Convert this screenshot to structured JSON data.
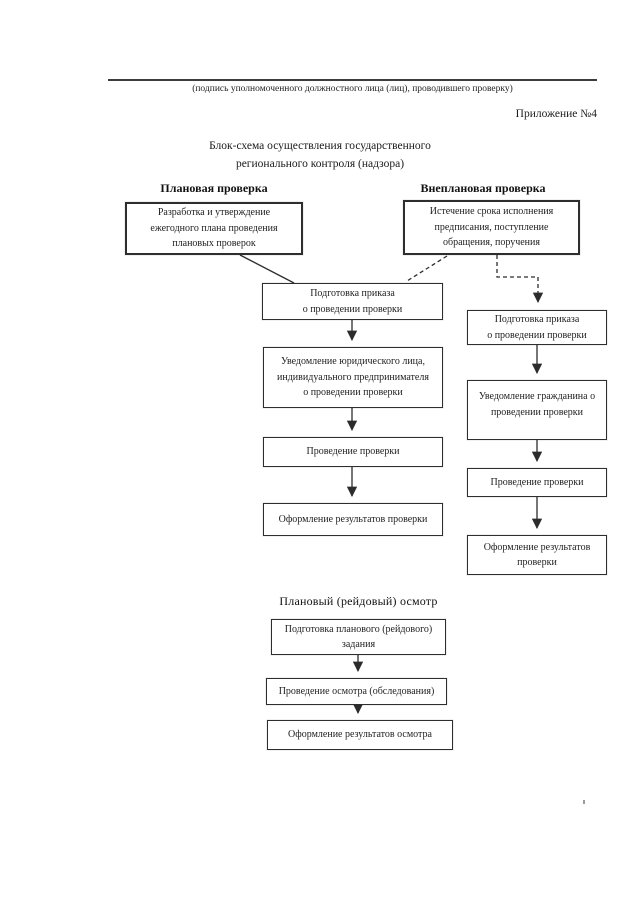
{
  "document": {
    "signature_caption": "(подпись уполномоченного должностного лица (лиц), проводившего проверку)",
    "annex_label": "Приложение №4",
    "title": [
      "Блок-схема осуществления государственного",
      "регионального контроля (надзора)"
    ]
  },
  "flowchart": {
    "planned_inspection": {
      "header": "Плановая проверка",
      "boxes": [
        [
          "Разработка и утверждение",
          "ежегодного плана проведения",
          "плановых проверок"
        ],
        [
          "Подготовка приказа",
          "о проведении проверки"
        ],
        [
          "Уведомление юридического лица,",
          "индивидуального предпринимателя",
          "о проведении проверки"
        ],
        "Проведение проверки",
        "Оформление результатов проверки"
      ]
    },
    "unplanned_inspection": {
      "header": "Внеплановая проверка",
      "boxes": [
        [
          "Истечение срока исполнения",
          "предписания, поступление",
          "обращения, поручения"
        ],
        [
          "Подготовка приказа",
          "о проведении проверки"
        ],
        [
          "Уведомление гражданина о",
          "проведении проверки"
        ],
        "Проведение проверки",
        [
          "Оформление результатов",
          "проверки"
        ]
      ]
    },
    "raid_inspection": {
      "header": "Плановый (рейдовый) осмотр",
      "boxes": [
        [
          "Подготовка планового (рейдового)",
          "задания"
        ],
        "Проведение осмотра (обследования)",
        "Оформление результатов осмотра"
      ]
    }
  }
}
